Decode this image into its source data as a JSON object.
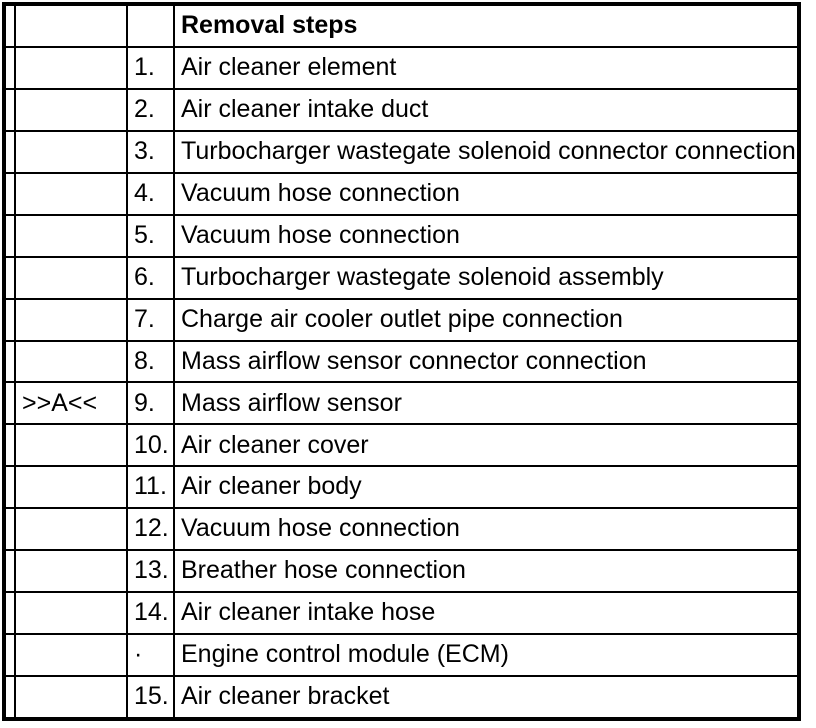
{
  "table": {
    "header": "Removal steps",
    "rows": [
      {
        "marker": "",
        "num": "1.",
        "step": "Air cleaner element"
      },
      {
        "marker": "",
        "num": "2.",
        "step": "Air cleaner intake duct"
      },
      {
        "marker": "",
        "num": "3.",
        "step": "Turbocharger wastegate solenoid connector connection"
      },
      {
        "marker": "",
        "num": "4.",
        "step": "Vacuum hose connection"
      },
      {
        "marker": "",
        "num": "5.",
        "step": "Vacuum hose connection"
      },
      {
        "marker": "",
        "num": "6.",
        "step": "Turbocharger wastegate solenoid assembly"
      },
      {
        "marker": "",
        "num": "7.",
        "step": "Charge air cooler outlet pipe connection"
      },
      {
        "marker": "",
        "num": "8.",
        "step": "Mass airflow sensor connector connection"
      },
      {
        "marker": ">>A<<",
        "num": "9.",
        "step": "Mass airflow sensor"
      },
      {
        "marker": "",
        "num": "10.",
        "step": "Air cleaner cover"
      },
      {
        "marker": "",
        "num": "11.",
        "step": "Air cleaner body"
      },
      {
        "marker": "",
        "num": "12.",
        "step": "Vacuum hose connection"
      },
      {
        "marker": "",
        "num": "13.",
        "step": "Breather hose connection"
      },
      {
        "marker": "",
        "num": "14.",
        "step": "Air cleaner intake hose"
      },
      {
        "marker": "",
        "num": "·",
        "step": "Engine control module (ECM)"
      },
      {
        "marker": "",
        "num": "15.",
        "step": "Air cleaner bracket"
      }
    ],
    "colors": {
      "border": "#000000",
      "text": "#000000",
      "background": "#ffffff"
    }
  }
}
